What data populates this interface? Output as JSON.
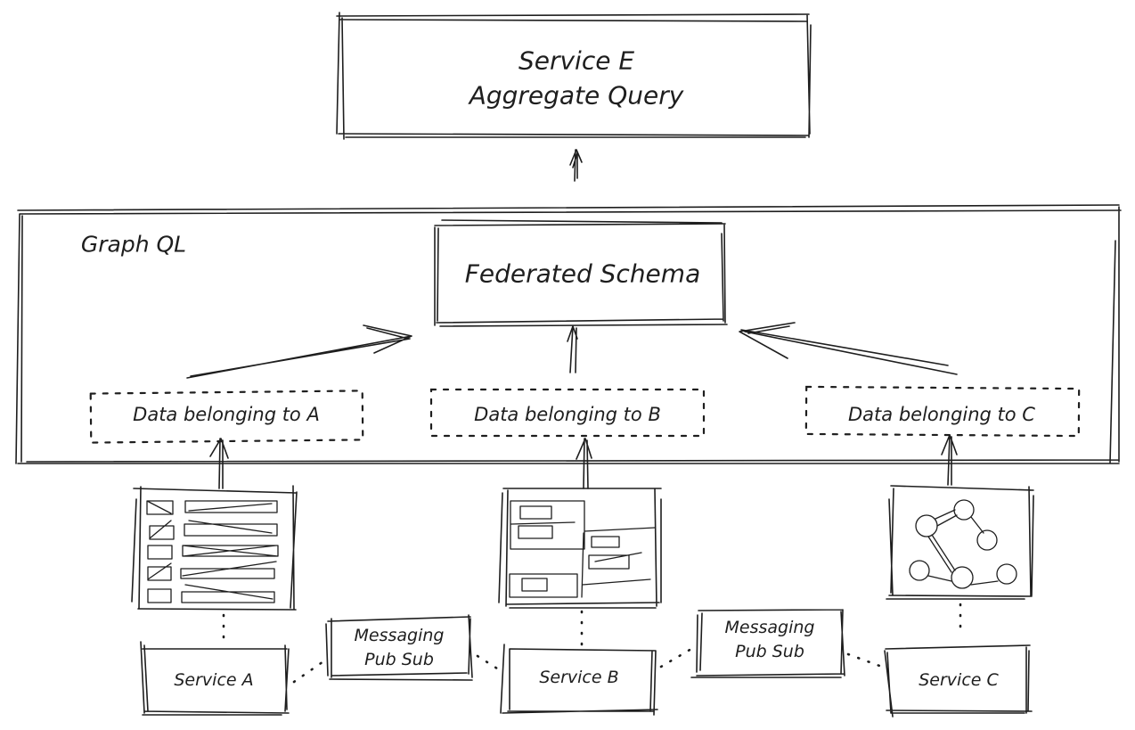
{
  "diagram": {
    "top": {
      "line1": "Service E",
      "line2": "Aggregate Query"
    },
    "graphql": {
      "label": "Graph QL",
      "federated_schema": "Federated Schema",
      "data_boxes": [
        {
          "label": "Data belonging to A"
        },
        {
          "label": "Data belonging to B"
        },
        {
          "label": "Data belonging to C"
        }
      ]
    },
    "datastores": [
      {
        "kind": "table-rows-icon"
      },
      {
        "kind": "document-blocks-icon"
      },
      {
        "kind": "graph-nodes-icon"
      }
    ],
    "services": [
      {
        "label": "Service A"
      },
      {
        "label": "Service B"
      },
      {
        "label": "Service C"
      }
    ],
    "messaging": [
      {
        "line1": "Messaging",
        "line2": "Pub Sub"
      },
      {
        "line1": "Messaging",
        "line2": "Pub Sub"
      }
    ]
  }
}
